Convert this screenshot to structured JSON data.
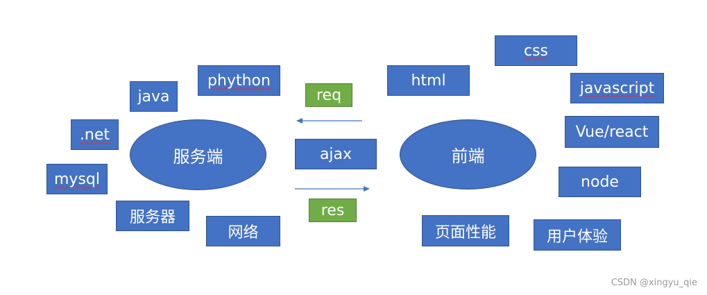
{
  "server": {
    "center": "服务端",
    "items": [
      "java",
      "phython",
      ".net",
      "mysql",
      "服务器",
      "网络"
    ]
  },
  "front": {
    "center": "前端",
    "items": [
      "html",
      "css",
      "javascript",
      "Vue/react",
      "node",
      "页面性能",
      "用户体验"
    ]
  },
  "middle": {
    "req": "req",
    "ajax": "ajax",
    "res": "res"
  },
  "colors": {
    "box": "#4472c4",
    "box_border": "#2f528f",
    "label_green": "#70ad47",
    "arrow": "#4472c4"
  },
  "watermark": "CSDN @xingyu_qie"
}
